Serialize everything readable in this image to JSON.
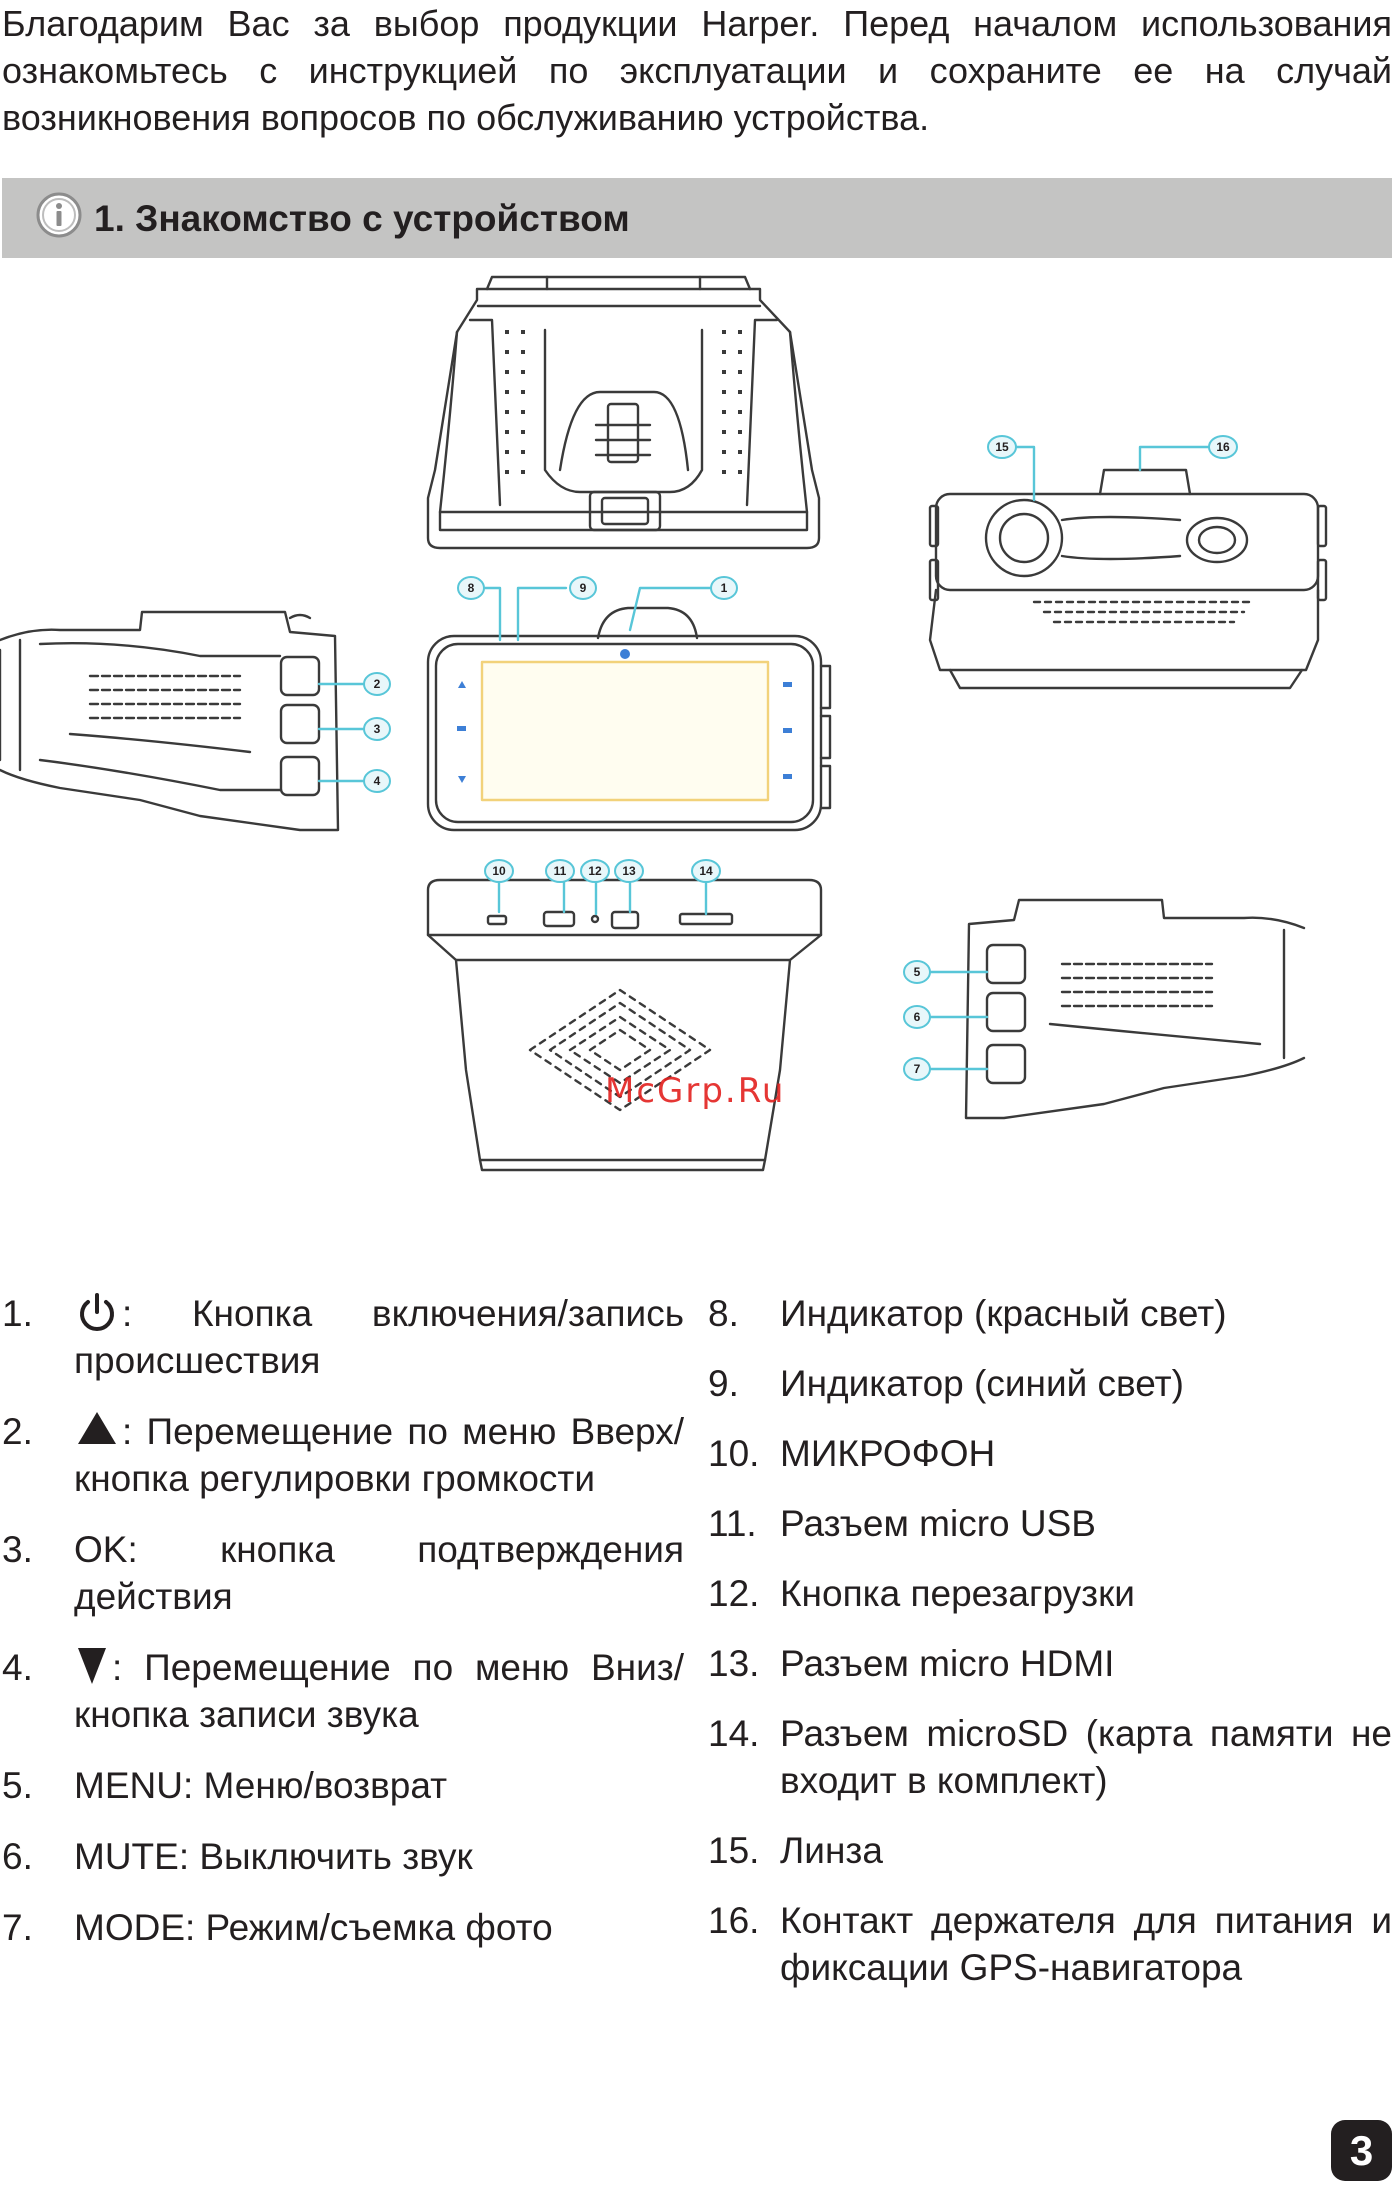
{
  "intro": "Благодарим Вас за выбор продукции Harper. Перед началом использования ознакомьтесь с инструкцией по эксплуатации и сохраните ее на случай возникновения вопросов по обслуживанию устройства.",
  "section": {
    "icon": "info-icon",
    "title": "1. Знакомство с устройством"
  },
  "figure": {
    "callouts": [
      "1",
      "2",
      "3",
      "4",
      "5",
      "6",
      "7",
      "8",
      "9",
      "10",
      "11",
      "12",
      "13",
      "14",
      "15",
      "16"
    ],
    "watermark": "McGrp.Ru"
  },
  "items_left": [
    {
      "num": "1.",
      "icon": "power-icon",
      "text": ": Кнопка включения/запись происшествия"
    },
    {
      "num": "2.",
      "icon": "triangle-up-icon",
      "text": ": Перемещение по меню Вверх/ кнопка регулировки громкости"
    },
    {
      "num": "3.",
      "icon": "",
      "text": "OK: кнопка подтверждения действия"
    },
    {
      "num": "4.",
      "icon": "triangle-down-icon",
      "text": ": Перемещение по меню Вниз/ кнопка записи звука"
    },
    {
      "num": "5.",
      "icon": "",
      "text": "MENU: Меню/возврат"
    },
    {
      "num": "6.",
      "icon": "",
      "text": "MUTE: Выключить звук"
    },
    {
      "num": "7.",
      "icon": "",
      "text": "MODE: Режим/съемка фото"
    }
  ],
  "items_right": [
    {
      "num": "8.",
      "text": "Индикатор (красный свет)"
    },
    {
      "num": "9.",
      "text": "Индикатор (синий свет)"
    },
    {
      "num": "10.",
      "text": "МИКРОФОН"
    },
    {
      "num": "11.",
      "text": "Разъем micro USB"
    },
    {
      "num": "12.",
      "text": "Кнопка перезагрузки"
    },
    {
      "num": "13.",
      "text": "Разъем micro HDMI"
    },
    {
      "num": "14.",
      "text": "Разъем microSD (карта памяти не входит в комплект)"
    },
    {
      "num": "15.",
      "text": "Линза"
    },
    {
      "num": "16.",
      "text": "Контакт держателя для питания и фиксации GPS-навигатора"
    }
  ],
  "page_number": "3",
  "colors": {
    "text": "#231f20",
    "bar": "#c4c4c3",
    "callout": "#58c6d8",
    "screen": "#f2d27a",
    "watermark": "#e3211f",
    "screen_icon": "#3d7fd6"
  }
}
